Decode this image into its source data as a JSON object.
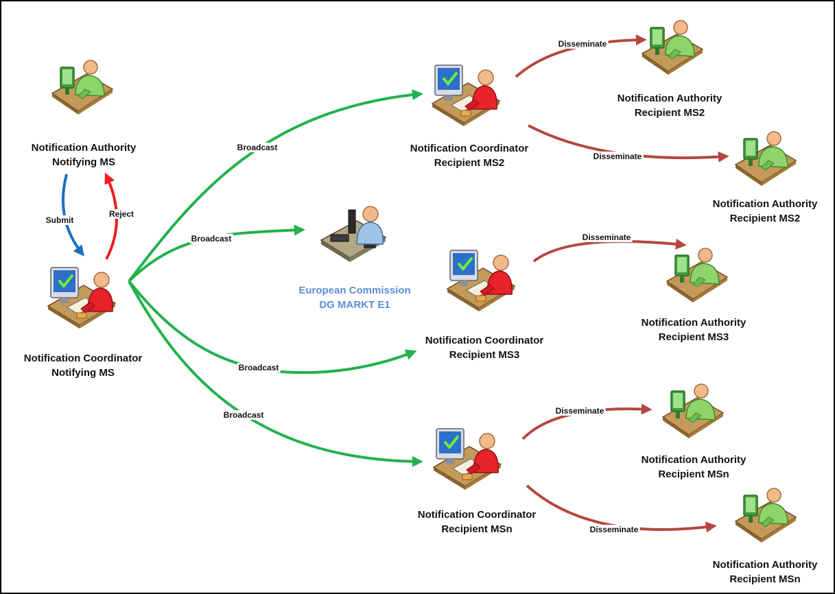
{
  "colors": {
    "broadcast": "#22b14c",
    "disseminate": "#b5473f",
    "submit": "#1e6fc0",
    "reject": "#ee1d1d",
    "commission_text": "#5b8fd6"
  },
  "nodes": {
    "authority_notifying": {
      "icon": "green-user-workstation-icon",
      "line1": "Notification Authority",
      "line2": "Notifying MS"
    },
    "coordinator_notifying": {
      "icon": "red-user-checklist-workstation-icon",
      "line1": "Notification Coordinator",
      "line2": "Notifying MS"
    },
    "commission": {
      "icon": "blue-user-desk-workstation-icon",
      "line1": "European Commission",
      "line2": "DG MARKT E1"
    },
    "coordinator_ms2": {
      "icon": "red-user-checklist-workstation-icon",
      "line1": "Notification Coordinator",
      "line2": "Recipient MS2"
    },
    "coordinator_ms3": {
      "icon": "red-user-checklist-workstation-icon",
      "line1": "Notification Coordinator",
      "line2": "Recipient MS3"
    },
    "coordinator_msn": {
      "icon": "red-user-checklist-workstation-icon",
      "line1": "Notification Coordinator",
      "line2": "Recipient MSn"
    },
    "authority_ms2_a": {
      "icon": "green-user-workstation-icon",
      "line1": "Notification Authority",
      "line2": "Recipient MS2"
    },
    "authority_ms2_b": {
      "icon": "green-user-workstation-icon",
      "line1": "Notification Authority",
      "line2": "Recipient MS2"
    },
    "authority_ms3": {
      "icon": "green-user-workstation-icon",
      "line1": "Notification Authority",
      "line2": "Recipient MS3"
    },
    "authority_msn_a": {
      "icon": "green-user-workstation-icon",
      "line1": "Notification Authority",
      "line2": "Recipient MSn"
    },
    "authority_msn_b": {
      "icon": "green-user-workstation-icon",
      "line1": "Notification Authority",
      "line2": "Recipient MSn"
    }
  },
  "edges": {
    "submit": "Submit",
    "reject": "Reject",
    "broadcast_ms2": "Broadcast",
    "broadcast_ec": "Broadcast",
    "broadcast_ms3": "Broadcast",
    "broadcast_msn": "Broadcast",
    "disseminate_ms2_a": "Disseminate",
    "disseminate_ms2_b": "Disseminate",
    "disseminate_ms3": "Disseminate",
    "disseminate_msn_a": "Disseminate",
    "disseminate_msn_b": "Disseminate"
  }
}
